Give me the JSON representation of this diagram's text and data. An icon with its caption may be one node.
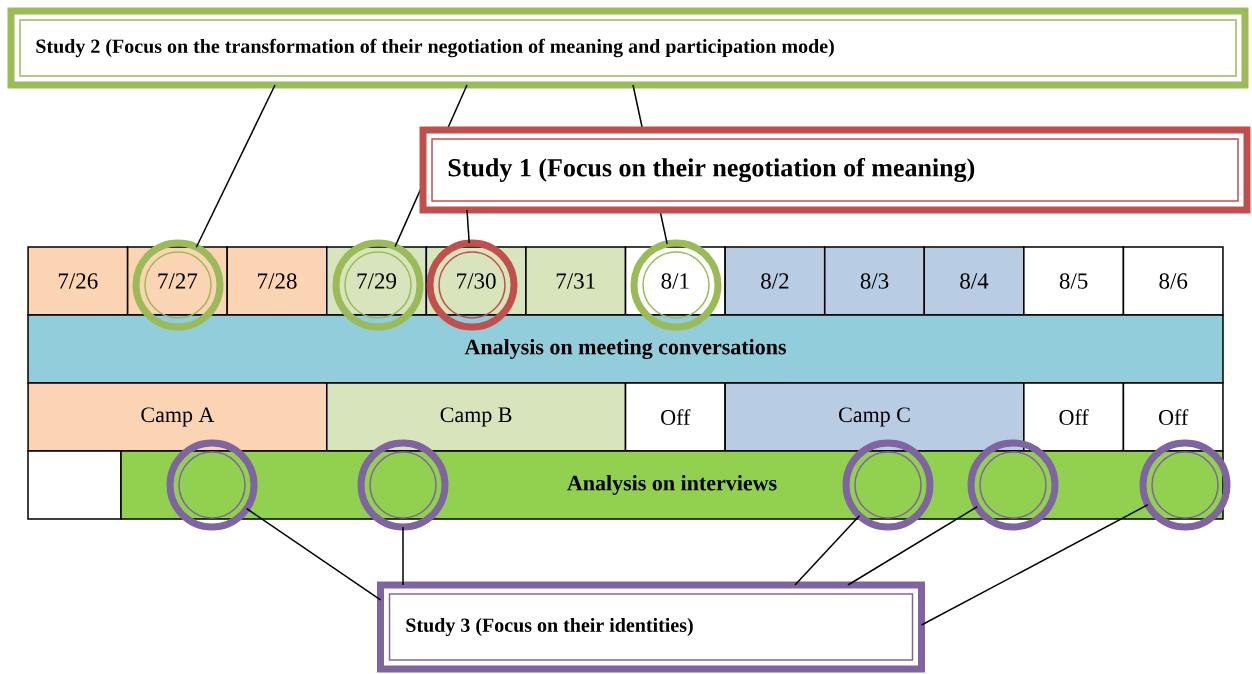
{
  "diagram": {
    "nodes": [
      {
        "text": [
          "Study 2 (Focus on the transformation of their negotiation of meaning and participation mode)"
        ]
      },
      {
        "text": [
          "Study 1 (Focus on their negotiation of meaning)"
        ]
      },
      {
        "text": [
          "7/26"
        ]
      },
      {
        "text": [
          "7/27"
        ]
      },
      {
        "text": [
          "7/28"
        ]
      },
      {
        "text": [
          "7/29"
        ]
      },
      {
        "text": [
          "7/30"
        ]
      },
      {
        "text": [
          "7/31"
        ]
      },
      {
        "text": [
          "8/1"
        ]
      },
      {
        "text": [
          "8/2"
        ]
      },
      {
        "text": [
          "8/3"
        ]
      },
      {
        "text": [
          "8/4"
        ]
      },
      {
        "text": [
          "8/5"
        ]
      },
      {
        "text": [
          "8/6"
        ]
      },
      {
        "text": [
          "Analysis on meeting conversations"
        ]
      },
      {
        "text": [
          "Camp A"
        ]
      },
      {
        "text": [
          "Camp B"
        ]
      },
      {
        "text": [
          "Off"
        ]
      },
      {
        "text": [
          "Camp C"
        ]
      },
      {
        "text": [
          "Off"
        ]
      },
      {
        "text": [
          "Off"
        ]
      },
      {
        "text": [],
        "shape": "box"
      },
      {
        "text": [
          "Analysis on interviews"
        ]
      },
      {
        "text": [],
        "shape": "circle"
      },
      {
        "text": [],
        "shape": "circle"
      },
      {
        "text": [],
        "shape": "circle"
      },
      {
        "text": [],
        "shape": "circle"
      },
      {
        "text": [],
        "shape": "circle"
      },
      {
        "text": [],
        "shape": "circle"
      },
      {
        "text": [],
        "shape": "circle"
      },
      {
        "text": [],
        "shape": "circle"
      },
      {
        "text": [],
        "shape": "circle"
      },
      {
        "text": [
          "Study 3 (Focus on their identities)"
        ]
      }
    ],
    "edges": [
      {
        "from": 0,
        "to": 23,
        "arrow": "none"
      },
      {
        "from": 0,
        "to": 24,
        "arrow": "none"
      },
      {
        "from": 0,
        "to": 26,
        "arrow": "none"
      },
      {
        "from": 1,
        "to": 25,
        "arrow": "none"
      },
      {
        "from": 32,
        "to": 27,
        "arrow": "none"
      },
      {
        "from": 32,
        "to": 28,
        "arrow": "none"
      },
      {
        "from": 32,
        "to": 29,
        "arrow": "none"
      },
      {
        "from": 32,
        "to": 30,
        "arrow": "none"
      },
      {
        "from": 32,
        "to": 31,
        "arrow": "none"
      }
    ]
  }
}
